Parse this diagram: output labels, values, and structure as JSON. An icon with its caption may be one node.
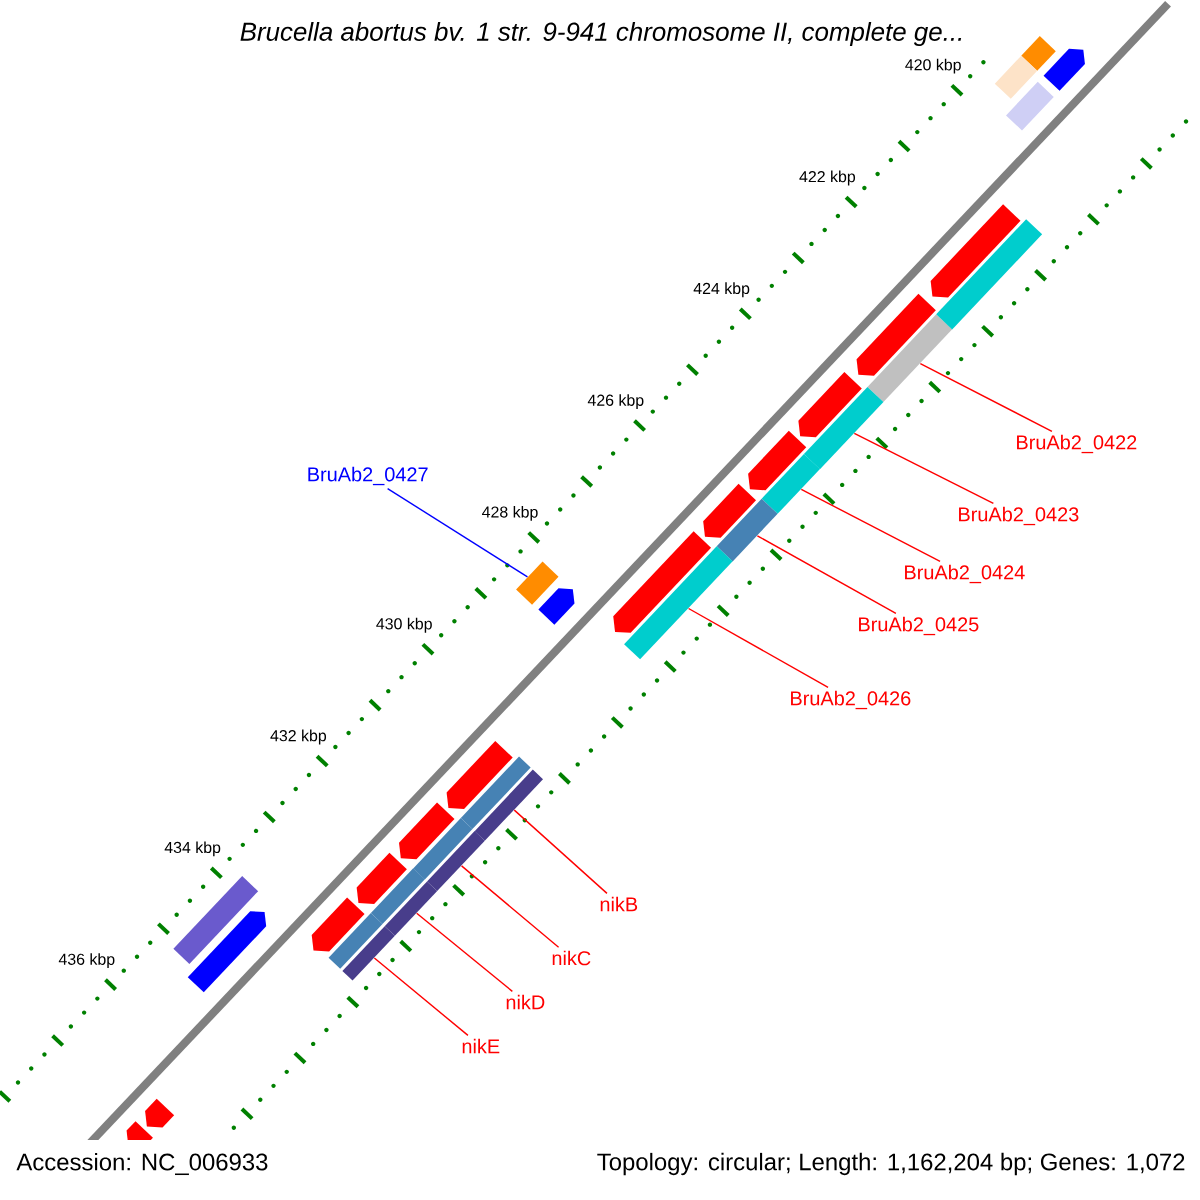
{
  "diagram": {
    "title": "Brucella abortus bv. 1 str. 9-941 chromosome II, complete ge...",
    "nodes": [
      {
        "text": [
          "BruAb2_0427"
        ]
      },
      {
        "text": [],
        "shape": "bar"
      },
      {
        "text": [
          "BruAb2_0422"
        ]
      },
      {
        "text": [],
        "shape": "bar"
      },
      {
        "text": [
          "BruAb2_0423"
        ]
      },
      {
        "text": [],
        "shape": "bar"
      },
      {
        "text": [
          "BruAb2_0424"
        ]
      },
      {
        "text": [],
        "shape": "bar"
      },
      {
        "text": [
          "BruAb2_0425"
        ]
      },
      {
        "text": [],
        "shape": "bar"
      },
      {
        "text": [
          "BruAb2_0426"
        ]
      },
      {
        "text": [],
        "shape": "bar"
      },
      {
        "text": [
          "nikB"
        ]
      },
      {
        "text": [],
        "shape": "bar"
      },
      {
        "text": [
          "nikC"
        ]
      },
      {
        "text": [],
        "shape": "bar"
      },
      {
        "text": [
          "nikD"
        ]
      },
      {
        "text": [],
        "shape": "bar"
      },
      {
        "text": [
          "nikE"
        ]
      },
      {
        "text": [],
        "shape": "bar"
      },
      {
        "text": [],
        "shape": "arrow"
      },
      {
        "text": [],
        "shape": "arrow"
      },
      {
        "text": [],
        "shape": "arrow"
      },
      {
        "text": [],
        "shape": "arrow"
      },
      {
        "text": [],
        "shape": "arrow"
      },
      {
        "text": [],
        "shape": "arrow"
      },
      {
        "text": [],
        "shape": "arrow"
      },
      {
        "text": [],
        "shape": "arrow"
      },
      {
        "text": [],
        "shape": "arrow"
      },
      {
        "text": [],
        "shape": "arrow"
      },
      {
        "text": [],
        "shape": "arrow"
      },
      {
        "text": [],
        "shape": "arrow"
      },
      {
        "text": [],
        "shape": "bar"
      },
      {
        "text": [],
        "shape": "bar"
      },
      {
        "text": [],
        "shape": "bar"
      },
      {
        "text": [],
        "shape": "bar"
      },
      {
        "text": [],
        "shape": "bar"
      },
      {
        "text": [],
        "shape": "arrow"
      },
      {
        "text": [],
        "shape": "bar"
      },
      {
        "text": [],
        "shape": "arrow"
      },
      {
        "text": [],
        "shape": "bar"
      },
      {
        "text": [],
        "shape": "bar"
      },
      {
        "text": [],
        "shape": "arrow"
      },
      {
        "text": [],
        "shape": "bar"
      }
    ],
    "edges": [
      {
        "from": 0,
        "to": 1,
        "arrow": "none",
        "color": "#0000ff"
      },
      {
        "from": 2,
        "to": 3,
        "arrow": "none"
      },
      {
        "from": 4,
        "to": 5,
        "arrow": "none"
      },
      {
        "from": 6,
        "to": 7,
        "arrow": "none"
      },
      {
        "from": 8,
        "to": 9,
        "arrow": "none"
      },
      {
        "from": 10,
        "to": 11,
        "arrow": "none"
      },
      {
        "from": 12,
        "to": 13,
        "arrow": "none"
      },
      {
        "from": 14,
        "to": 15,
        "arrow": "none"
      },
      {
        "from": 16,
        "to": 17,
        "arrow": "none"
      },
      {
        "from": 18,
        "to": 19,
        "arrow": "none"
      }
    ],
    "labels": [
      "420 kbp",
      "422 kbp",
      "424 kbp",
      "426 kbp",
      "428 kbp",
      "430 kbp",
      "432 kbp",
      "434 kbp",
      "436 kbp",
      "Accession: NC_006933",
      "Topology: circular; Length: 1,162,204 bp; Genes: 1,072"
    ]
  }
}
